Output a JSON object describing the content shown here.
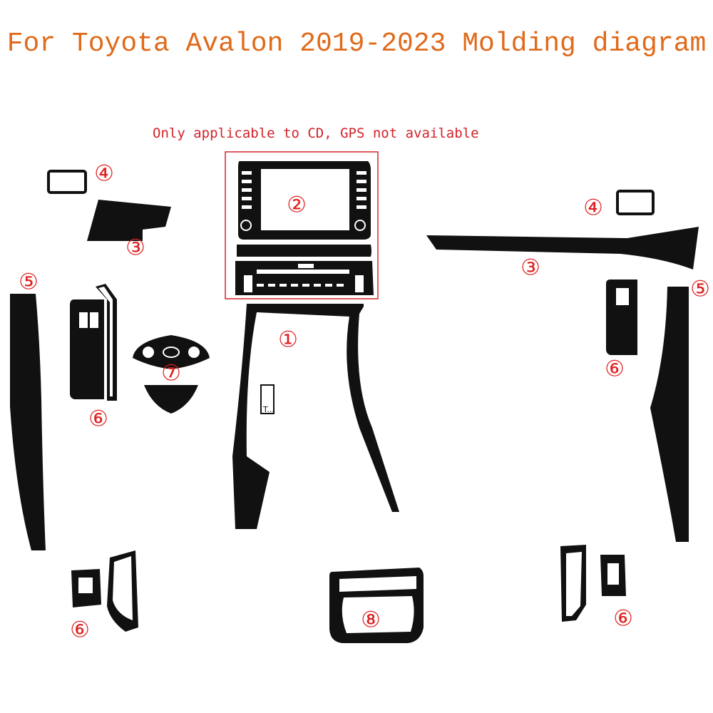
{
  "title": "For Toyota Avalon 2019-2023 Molding diagram",
  "note": "Only applicable to CD, GPS not available",
  "labels": {
    "l1": "①",
    "l2": "②",
    "l3a": "③",
    "l3b": "③",
    "l4a": "④",
    "l4b": "④",
    "l5a": "⑤",
    "l5b": "⑤",
    "l6a": "⑥",
    "l6b": "⑥",
    "l6c": "⑥",
    "l6d": "⑥",
    "l7": "⑦",
    "l8": "⑧"
  },
  "colors": {
    "title": "#e06a1a",
    "labels": "#e02020",
    "parts": "#111111",
    "highlight_box": "#d2232a"
  }
}
